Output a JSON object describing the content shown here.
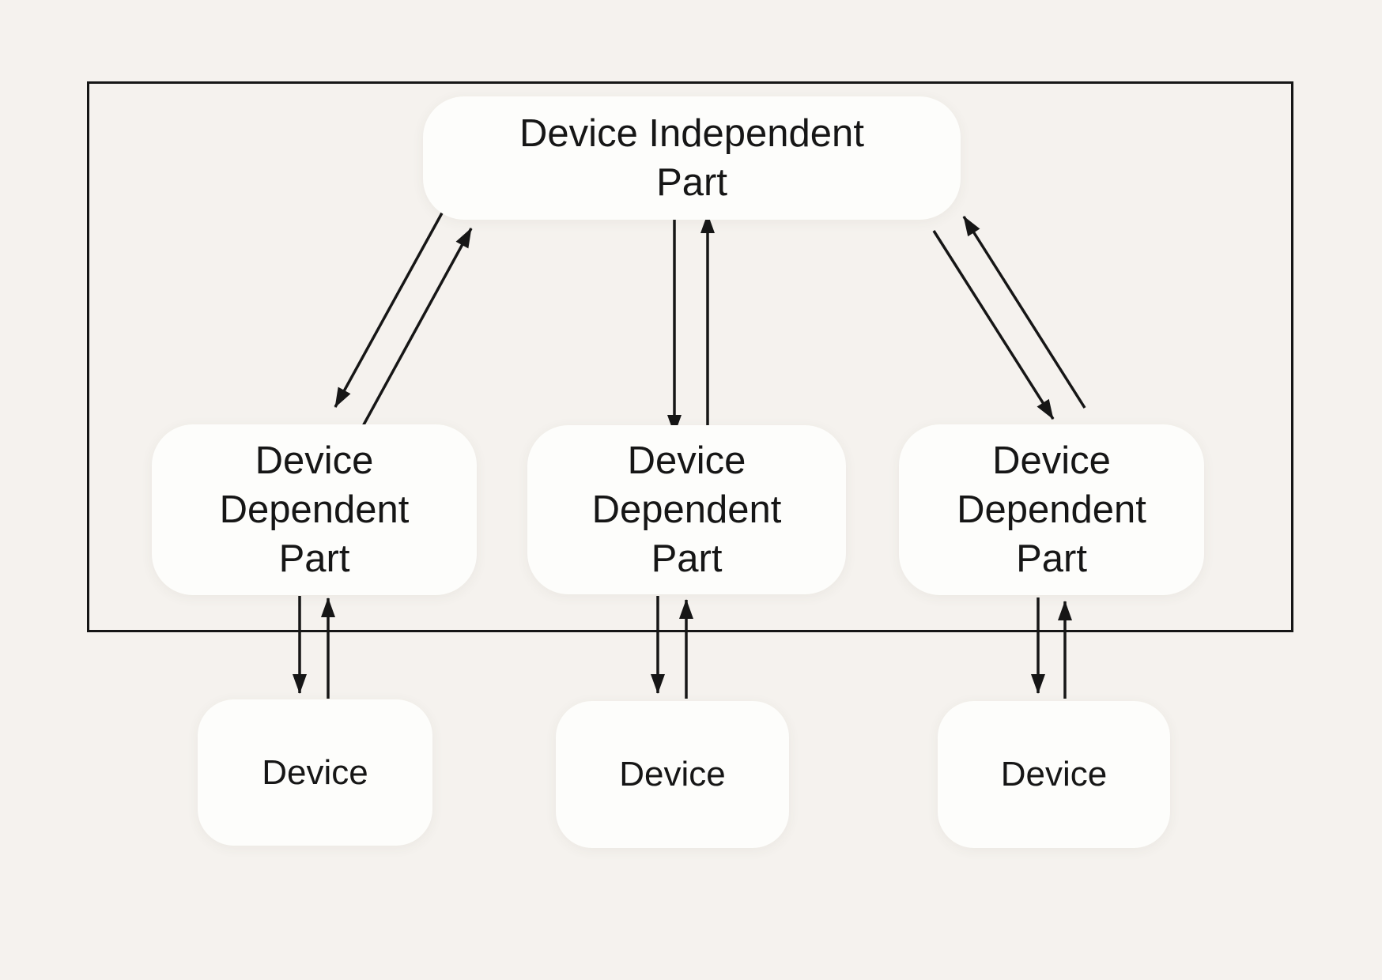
{
  "colors": {
    "background": "#f5f2ee",
    "box-fill": "#fdfdfb",
    "line": "#161616",
    "text": "#161616"
  },
  "nodes": {
    "independent": {
      "lines": [
        "Device Independent",
        "Part"
      ]
    },
    "dependent_left": {
      "lines": [
        "Device",
        "Dependent",
        "Part"
      ]
    },
    "dependent_middle": {
      "lines": [
        "Device",
        "Dependent",
        "Part"
      ]
    },
    "dependent_right": {
      "lines": [
        "Device",
        "Dependent",
        "Part"
      ]
    },
    "device_left": {
      "label": "Device"
    },
    "device_middle": {
      "label": "Device"
    },
    "device_right": {
      "label": "Device"
    }
  }
}
